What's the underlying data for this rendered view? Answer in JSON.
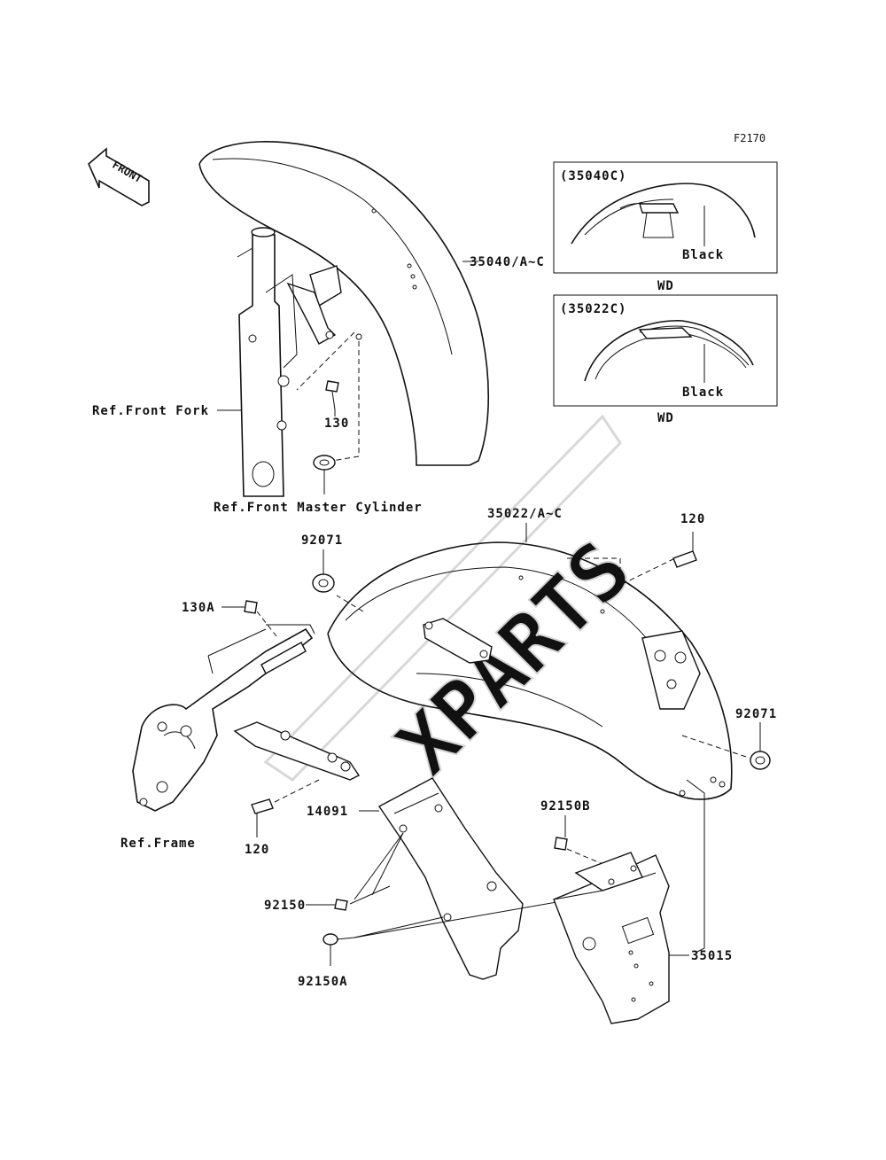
{
  "figure_code": "F2170",
  "direction_label": "FRONT",
  "watermark": "XPARTS",
  "insets": [
    {
      "code": "(35040C)",
      "color_note": "Black",
      "caption": "WD"
    },
    {
      "code": "(35022C)",
      "color_note": "Black",
      "caption": "WD"
    }
  ],
  "references": {
    "front_fork": "Ref.Front Fork",
    "front_master_cylinder": "Ref.Front Master Cylinder",
    "frame": "Ref.Frame"
  },
  "callouts": {
    "front_fender": "35040/A~C",
    "bolt_130": "130",
    "rear_fender": "35022/A~C",
    "bolt_120_top": "120",
    "grommet_92071_left": "92071",
    "bolt_130a": "130A",
    "grommet_92071_right": "92071",
    "bolt_120_bottom": "120",
    "flap_14091": "14091",
    "bolt_92150b": "92150B",
    "bolt_92150": "92150",
    "bolt_92150a": "92150A",
    "plate_35015": "35015"
  }
}
